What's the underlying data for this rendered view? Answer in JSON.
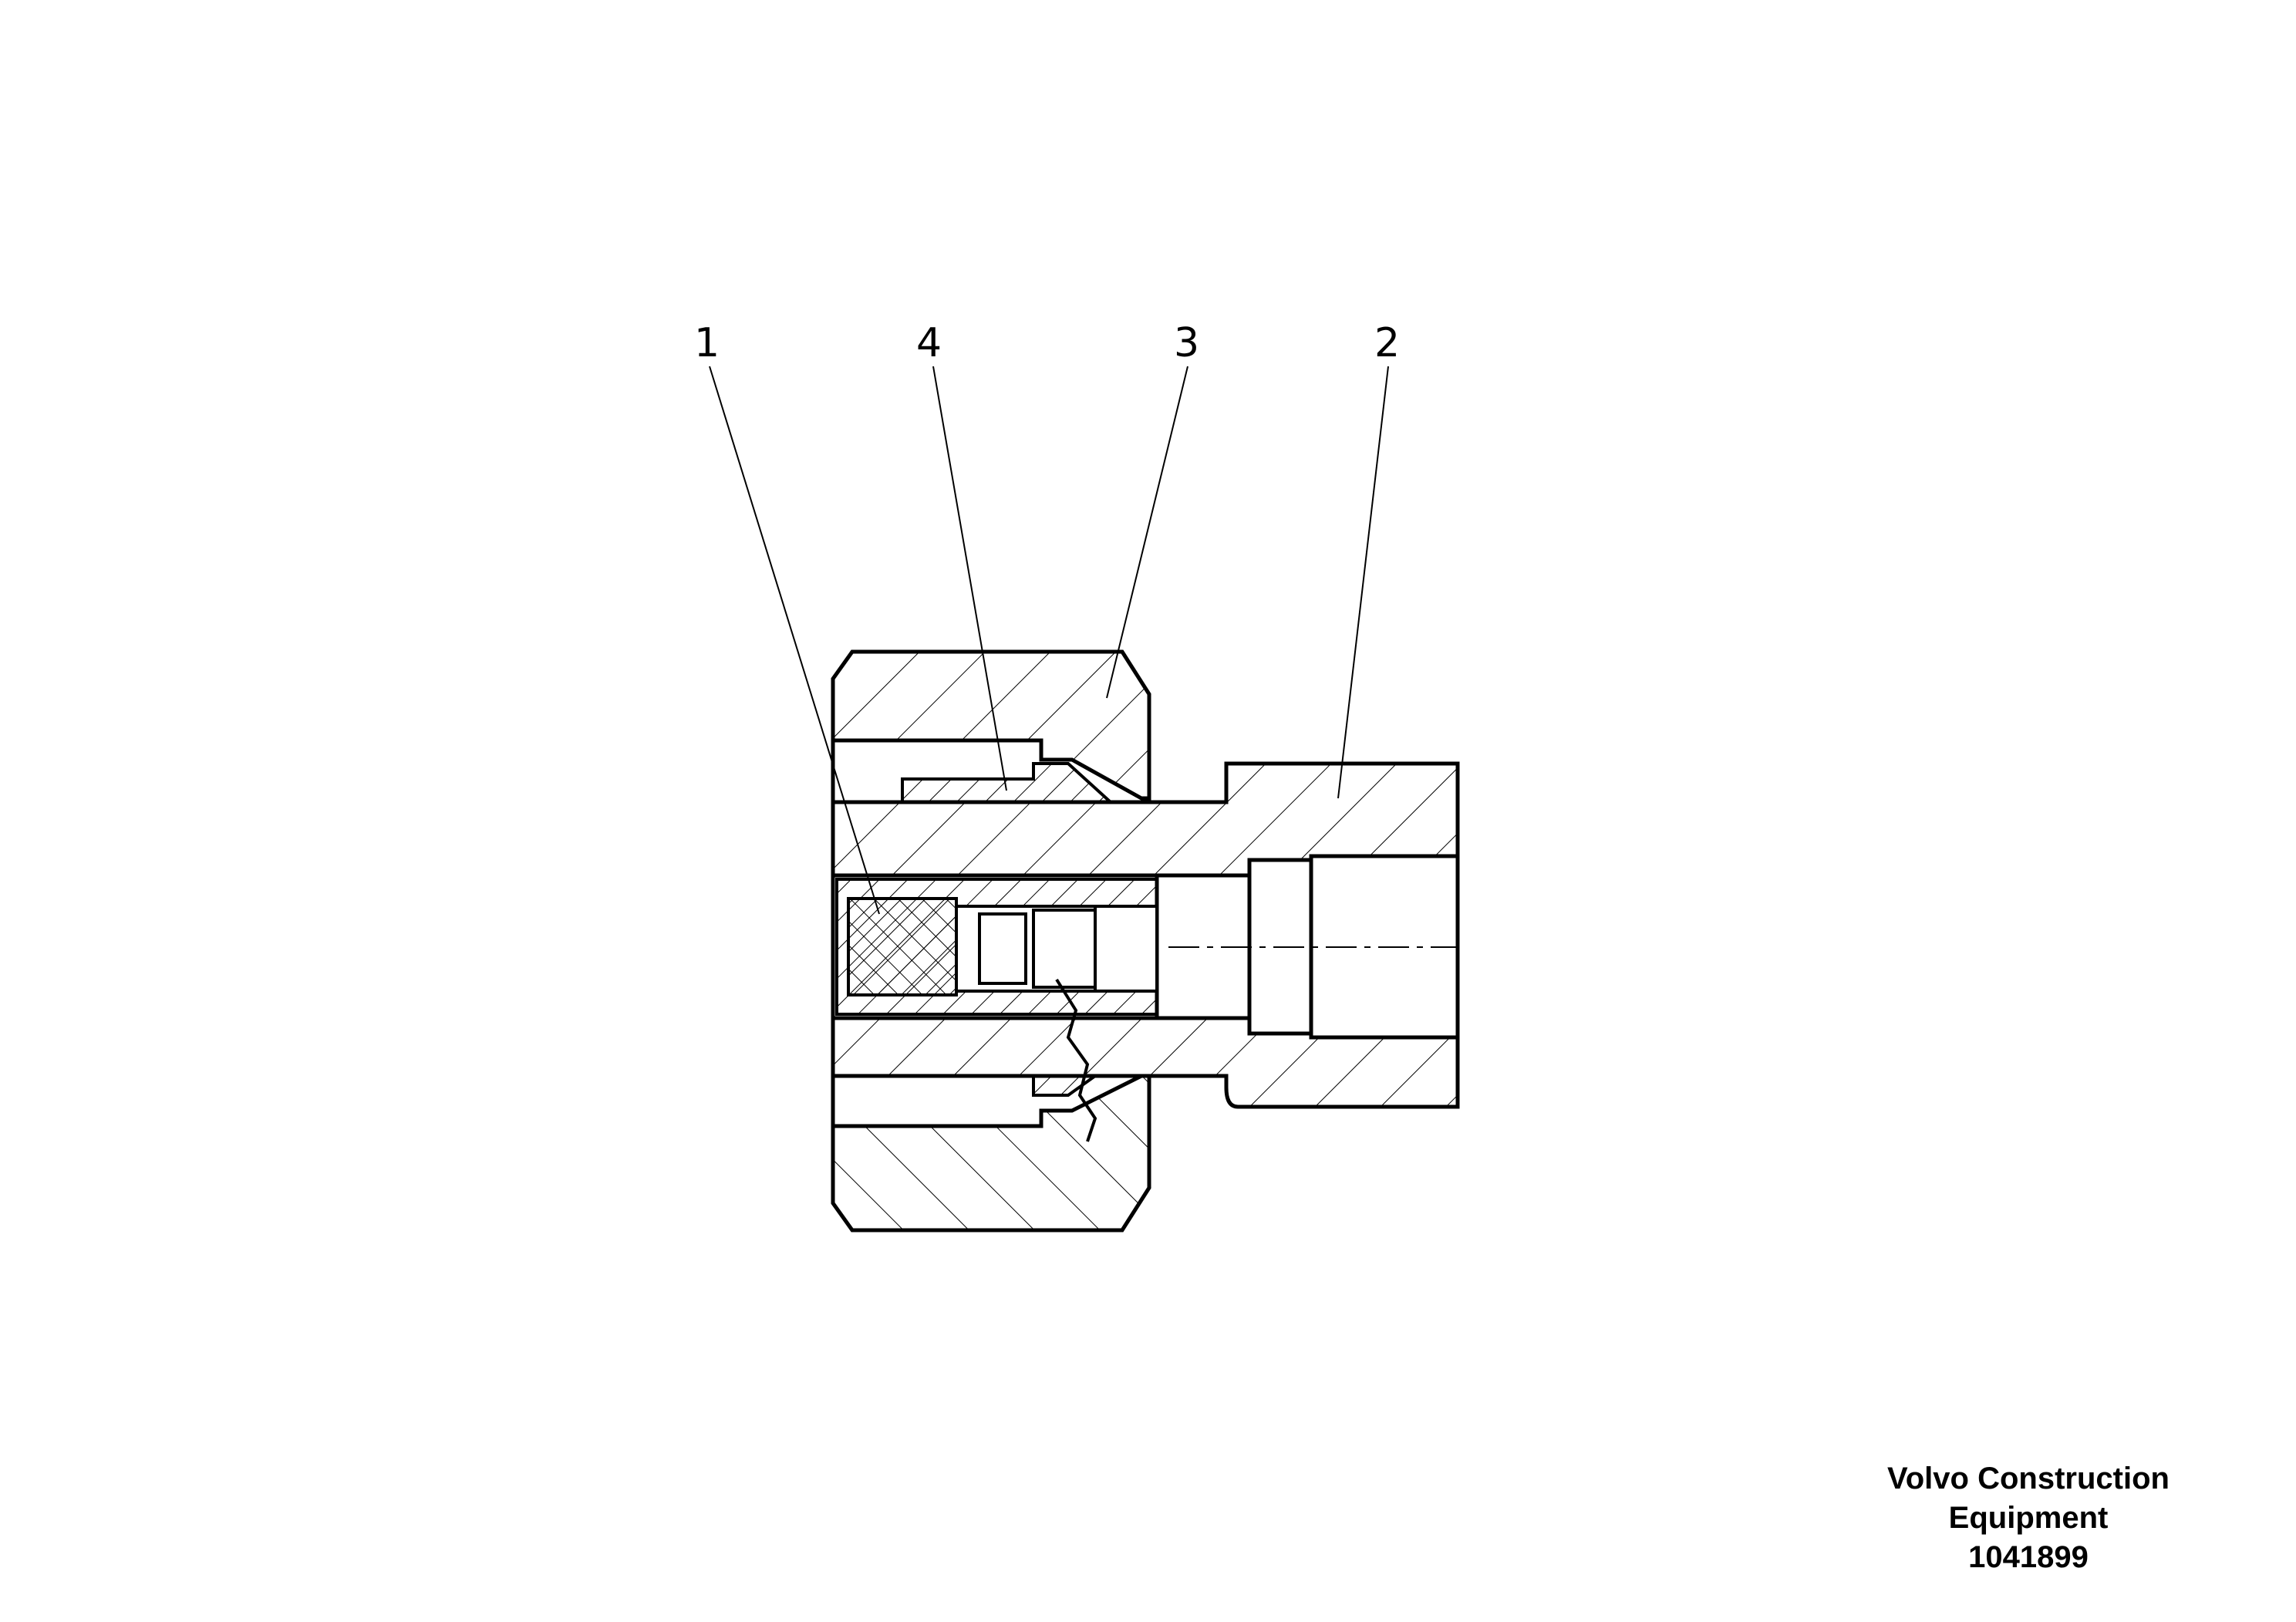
{
  "callouts": [
    {
      "id": "1",
      "label": "1"
    },
    {
      "id": "4",
      "label": "4"
    },
    {
      "id": "3",
      "label": "3"
    },
    {
      "id": "2",
      "label": "2"
    }
  ],
  "caption": {
    "line1": "Volvo Construction",
    "line2": "Equipment",
    "line3": "1041899"
  }
}
